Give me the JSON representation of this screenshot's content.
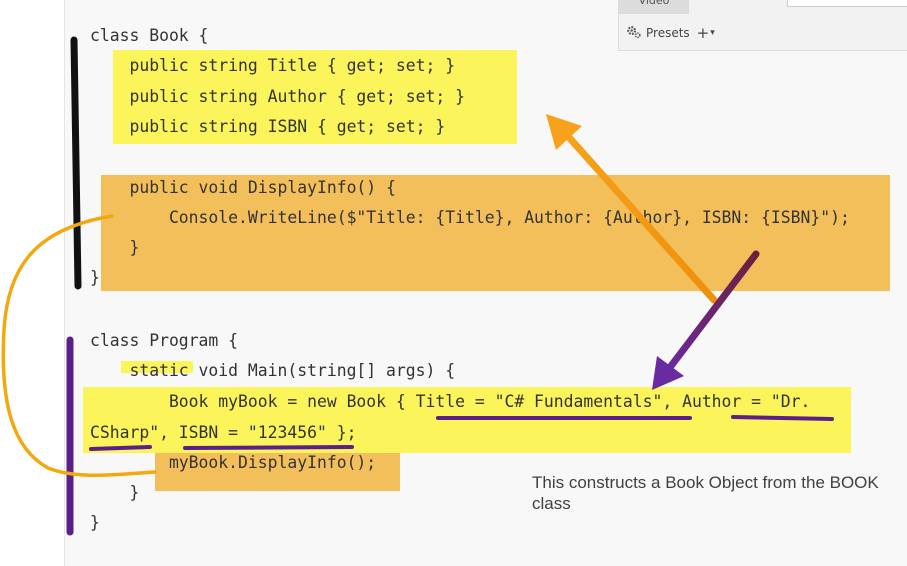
{
  "code_lines": [
    "class Book {",
    "    public string Title { get; set; }",
    "    public string Author { get; set; }",
    "    public string ISBN { get; set; }",
    "",
    "    public void DisplayInfo() {",
    "        Console.WriteLine($\"Title: {Title}, Author: {Author}, ISBN: {ISBN}\");",
    "    }",
    "}",
    "",
    "class Program {",
    "    static void Main(string[] args) {",
    "        Book myBook = new Book { Title = \"C# Fundamentals\", Author = \"Dr.",
    "CSharp\", ISBN = \"123456\" };",
    "        myBook.DisplayInfo();",
    "    }",
    "}"
  ],
  "panel": {
    "tab_label": "Video",
    "presets_label": "Presets",
    "add_label": "+",
    "chevron_label": "▾",
    "icon": "gear-icon"
  },
  "annotation_text": "This constructs a Book Object from the BOOK class",
  "colors": {
    "highlight_yellow": "#fbf45a",
    "highlight_orange": "#f3bf5b",
    "marker_black": "#111111",
    "marker_purple": "#5a1f8a",
    "marker_orange": "#f2a90f",
    "arrow_orange": "#f7a21a",
    "arrow_purple": "#6a2aa0"
  }
}
